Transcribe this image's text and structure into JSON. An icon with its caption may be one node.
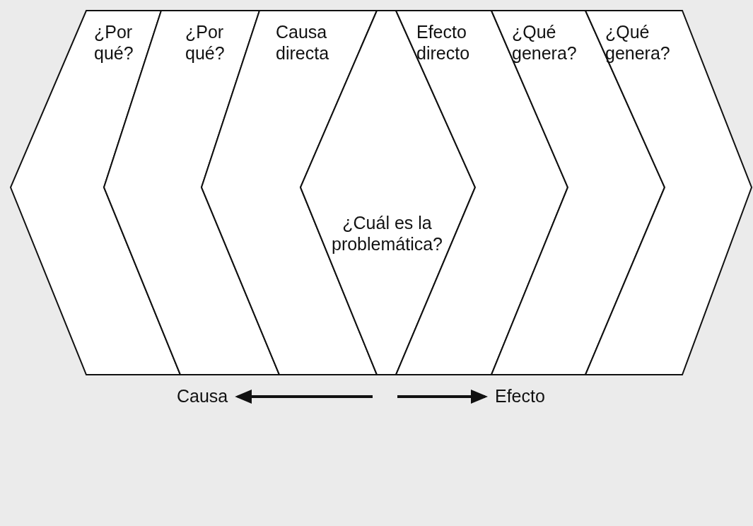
{
  "diagram": {
    "nodes": [
      {
        "text": [
          "¿Por qué?"
        ]
      },
      {
        "text": [
          "¿Por qué?"
        ]
      },
      {
        "text": [
          "Causa directa"
        ]
      },
      {
        "text": [
          "¿Cuál es la problemática?"
        ]
      },
      {
        "text": [
          "Efecto directo"
        ]
      },
      {
        "text": [
          "¿Qué genera?"
        ]
      },
      {
        "text": [
          "¿Qué genera?"
        ]
      },
      {
        "text": [
          "Causa"
        ]
      },
      {
        "text": [
          "Efecto"
        ]
      }
    ],
    "edges": [
      {
        "from": null,
        "to": 7,
        "arrow": "to"
      },
      {
        "from": null,
        "to": 8,
        "arrow": "to"
      }
    ]
  }
}
